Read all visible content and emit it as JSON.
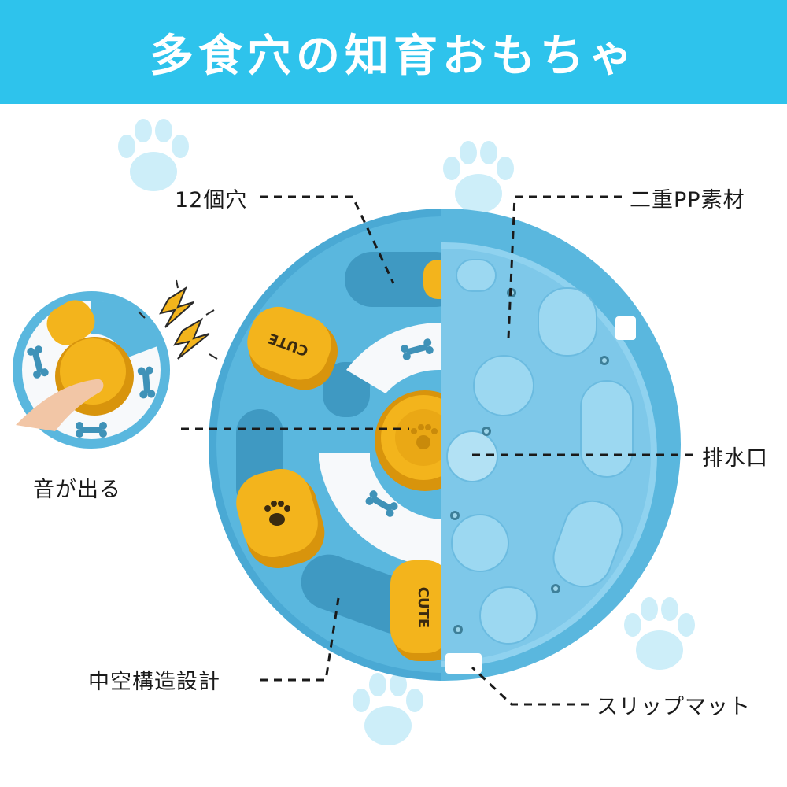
{
  "banner": {
    "title": "多食穴の知育おもちゃ"
  },
  "labels": {
    "holes": "12個穴",
    "material": "二重PP素材",
    "drain": "排水口",
    "sound": "音が出る",
    "hollow": "中空構造設計",
    "mat": "スリップマット"
  },
  "lid_text": {
    "cute": "CUTE"
  },
  "colors": {
    "banner": "#2ec3ec",
    "toy_blue": "#5ab7de",
    "toy_light_blue": "#8fd2ef",
    "yellow": "#f3b41c",
    "yellow_dark": "#d8940c",
    "white": "#f7f9fb",
    "paw": "#cdeef9"
  },
  "icons": [
    "paw-print-icon",
    "bone-icon",
    "lightning-icon"
  ]
}
